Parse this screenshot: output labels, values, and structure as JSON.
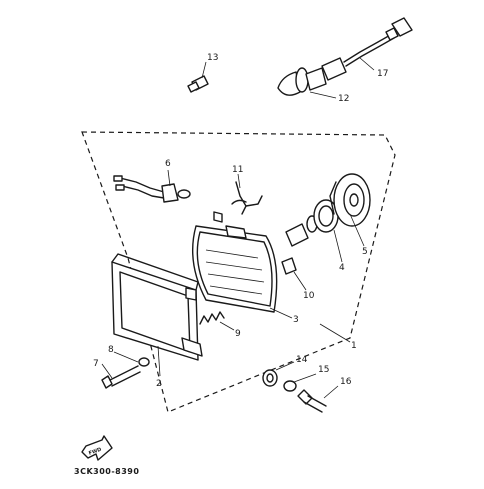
{
  "diagram": {
    "callouts": {
      "c1": "1",
      "c2": "2",
      "c3": "3",
      "c4": "4",
      "c5": "5",
      "c6": "6",
      "c7": "7",
      "c8": "8",
      "c9": "9",
      "c10": "10",
      "c11": "11",
      "c12": "12",
      "c13": "13",
      "c14": "14",
      "c15": "15",
      "c16": "16",
      "c17": "17"
    },
    "fwd_label": "FWD",
    "catalog_code": "3CK300-8390"
  }
}
